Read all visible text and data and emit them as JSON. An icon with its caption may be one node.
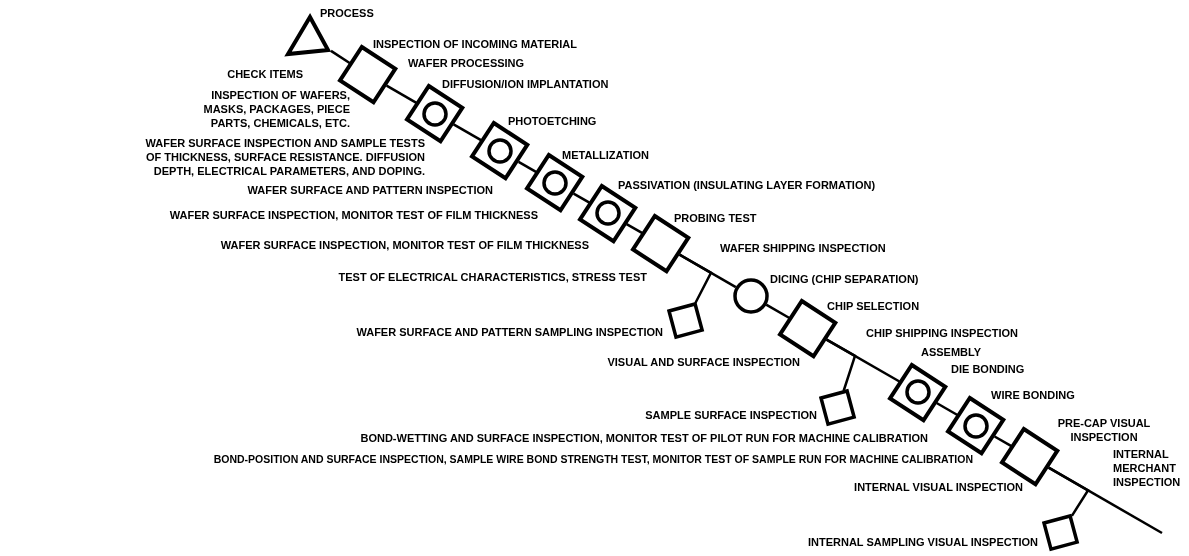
{
  "diagram": {
    "nodes": [
      {
        "text": [],
        "shape": "triangle"
      },
      {
        "text": [],
        "shape": "box",
        "beside": [
          "INSPECTION OF INCOMING MATERIAL",
          "INSPECTION OF WAFERS, MASKS, PACKAGES, PIECE PARTS, CHEMICALS, ETC."
        ]
      },
      {
        "text": [],
        "shape": "box",
        "beside": [
          "DIFFUSION/ION IMPLANTATION",
          "WAFER SURFACE INSPECTION AND SAMPLE TESTS OF THICKNESS, SURFACE RESISTANCE. DIFFUSION DEPTH, ELECTRICAL PARAMETERS, AND DOPING."
        ]
      },
      {
        "text": [],
        "shape": "circle",
        "in": 2
      },
      {
        "text": [],
        "shape": "box",
        "beside": [
          "PHOTOETCHING",
          "WAFER SURFACE AND PATTERN INSPECTION"
        ]
      },
      {
        "text": [],
        "shape": "circle",
        "in": 4
      },
      {
        "text": [],
        "shape": "box",
        "beside": [
          "METALLIZATION",
          "WAFER SURFACE INSPECTION, MONITOR TEST OF FILM THICKNESS"
        ]
      },
      {
        "text": [],
        "shape": "circle",
        "in": 6
      },
      {
        "text": [],
        "shape": "box",
        "beside": [
          "PASSIVATION (INSULATING LAYER FORMATION)",
          "WAFER SURFACE INSPECTION, MONITOR TEST OF FILM THICKNESS"
        ]
      },
      {
        "text": [],
        "shape": "circle",
        "in": 8
      },
      {
        "text": [],
        "shape": "box",
        "beside": [
          "PROBING TEST",
          "TEST OF ELECTRICAL CHARACTERISTICS, STRESS TEST"
        ]
      },
      {
        "text": [],
        "shape": "box",
        "beside": [
          "WAFER SURFACE AND PATTERN SAMPLING INSPECTION"
        ]
      },
      {
        "text": [],
        "shape": "circle",
        "beside": [
          "DICING (CHIP SEPARATION)"
        ]
      },
      {
        "text": [],
        "shape": "box",
        "beside": [
          "CHIP SELECTION",
          "VISUAL AND SURFACE INSPECTION"
        ]
      },
      {
        "text": [],
        "shape": "box",
        "beside": [
          "SAMPLE SURFACE INSPECTION"
        ]
      },
      {
        "text": [],
        "shape": "box",
        "beside": [
          "DIE BONDING",
          "BOND-WETTING AND SURFACE INSPECTION, MONITOR TEST OF PILOT RUN FOR MACHINE CALIBRATION"
        ]
      },
      {
        "text": [],
        "shape": "circle",
        "in": 15
      },
      {
        "text": [],
        "shape": "box",
        "beside": [
          "WIRE BONDING",
          "BOND-POSITION AND SURFACE INSPECTION, SAMPLE WIRE BOND STRENGTH TEST, MONITOR TEST OF SAMPLE RUN FOR MACHINE CALIBRATION"
        ]
      },
      {
        "text": [],
        "shape": "circle",
        "in": 17
      },
      {
        "text": [],
        "shape": "box",
        "beside": [
          "PRE-CAP VISUAL INSPECTION",
          "INTERNAL VISUAL INSPECTION"
        ]
      },
      {
        "text": [],
        "shape": "box",
        "beside": [
          "INTERNAL SAMPLING VISUAL INSPECTION"
        ]
      }
    ],
    "edges": [
      {
        "from": 0,
        "to": 1,
        "arrow": "none"
      },
      {
        "from": 1,
        "to": 2,
        "arrow": "none"
      },
      {
        "from": 2,
        "to": 4,
        "arrow": "none"
      },
      {
        "from": 4,
        "to": 6,
        "arrow": "none"
      },
      {
        "from": 6,
        "to": 8,
        "arrow": "none"
      },
      {
        "from": 8,
        "to": 10,
        "arrow": "none"
      },
      {
        "from": 10,
        "to": 12,
        "arrow": "none"
      },
      {
        "from": 10,
        "to": 11,
        "arrow": "none"
      },
      {
        "from": 12,
        "to": 13,
        "arrow": "none"
      },
      {
        "from": 13,
        "to": 15,
        "arrow": "none"
      },
      {
        "from": 13,
        "to": 14,
        "arrow": "none"
      },
      {
        "from": 15,
        "to": 17,
        "arrow": "none"
      },
      {
        "from": 17,
        "to": 19,
        "arrow": "none"
      },
      {
        "from": 19,
        "to": null,
        "arrow": "none"
      },
      {
        "from": 19,
        "to": 20,
        "arrow": "none"
      }
    ],
    "labels": [
      "PROCESS",
      "WAFER PROCESSING",
      "CHECK ITEMS",
      "WAFER SHIPPING INSPECTION",
      "CHIP SHIPPING INSPECTION",
      "ASSEMBLY",
      "INTERNAL MERCHANT INSPECTION"
    ]
  }
}
